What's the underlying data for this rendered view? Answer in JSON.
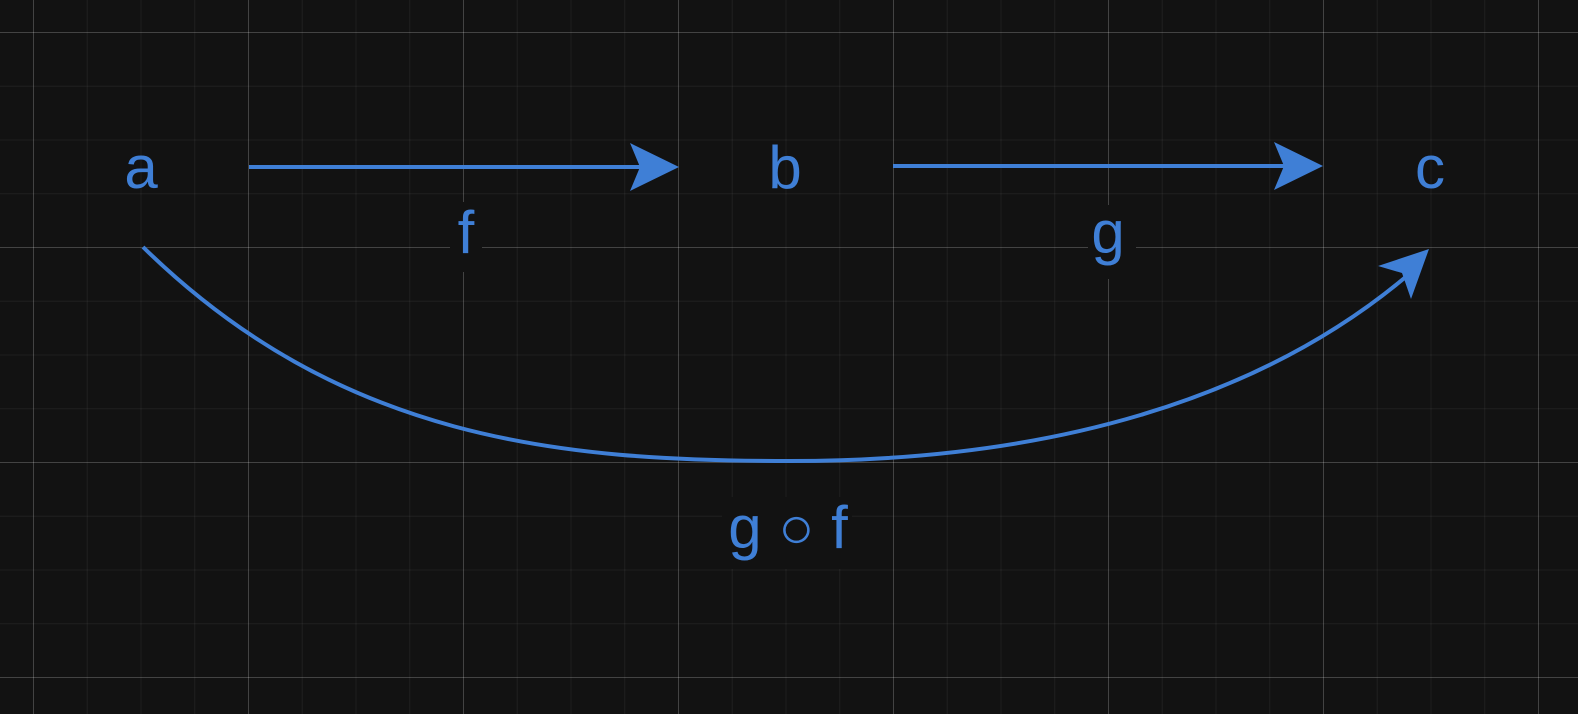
{
  "nodes": {
    "a": "a",
    "b": "b",
    "c": "c"
  },
  "arrows": {
    "f": "f",
    "g": "g",
    "gf": "g ○ f"
  },
  "colors": {
    "accent": "#3f7fd6",
    "background": "#121212"
  }
}
